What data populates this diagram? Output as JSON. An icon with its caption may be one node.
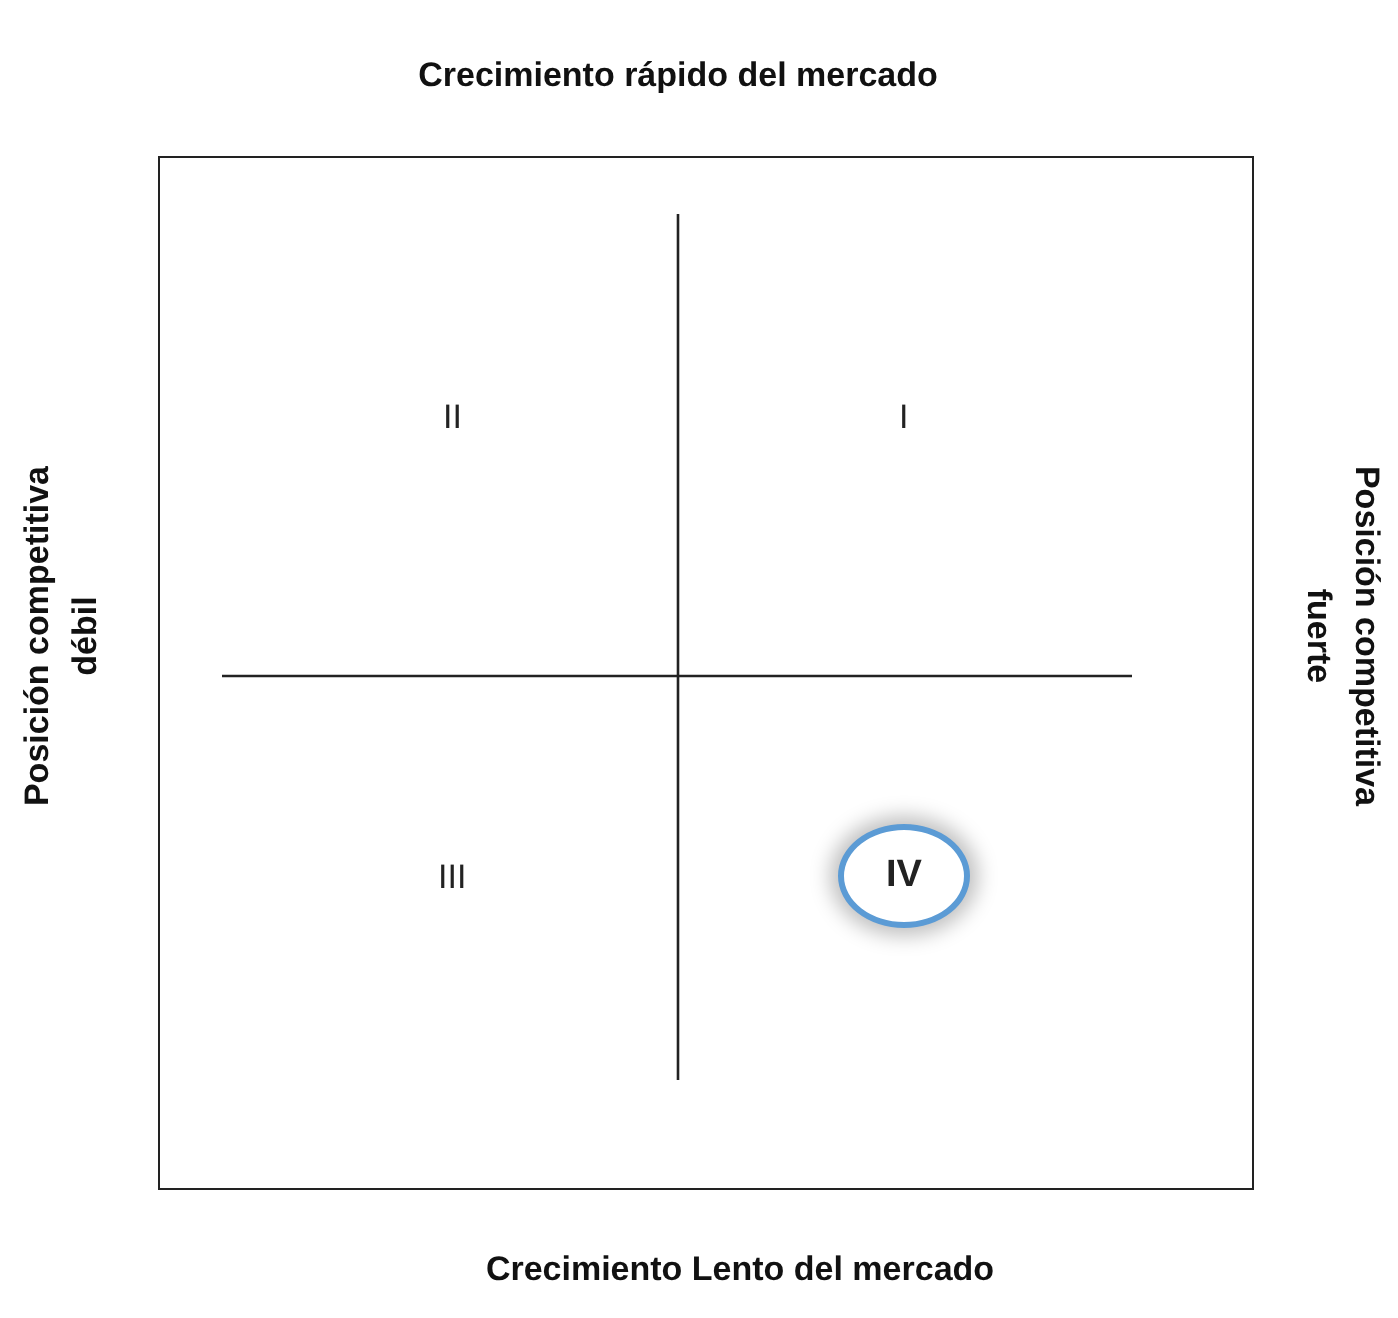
{
  "diagram": {
    "nodes": [
      {
        "text": [
          "IV"
        ]
      }
    ],
    "labels": [
      "Crecimiento rápido del mercado",
      "Posición competitiva débil",
      "II",
      "I",
      "Posición competitiva fuerte",
      "III",
      "Crecimiento Lento del mercado"
    ]
  }
}
